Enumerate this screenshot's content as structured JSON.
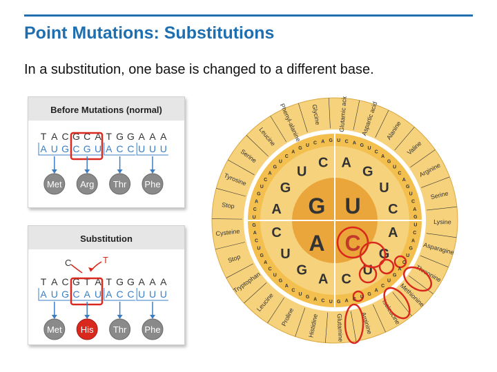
{
  "slide": {
    "title": "Point Mutations: Substitutions",
    "subtitle": "In a substitution, one base is changed to a different base."
  },
  "before_panel": {
    "heading": "Before Mutations (normal)",
    "dna": [
      "T",
      "A",
      "C",
      "G",
      "C",
      "A",
      "T",
      "G",
      "G",
      "A",
      "A",
      "A"
    ],
    "mrna": [
      "A",
      "U",
      "G",
      "C",
      "G",
      "U",
      "A",
      "C",
      "C",
      "U",
      "U",
      "U"
    ],
    "amino_acids": [
      "Met",
      "Arg",
      "Thr",
      "Phe"
    ]
  },
  "substitution_panel": {
    "heading": "Substitution",
    "replaced_base": "C",
    "new_base": "T",
    "dna": [
      "T",
      "A",
      "C",
      "G",
      "T",
      "A",
      "T",
      "G",
      "G",
      "A",
      "A",
      "A"
    ],
    "mrna": [
      "A",
      "U",
      "G",
      "C",
      "A",
      "U",
      "A",
      "C",
      "C",
      "U",
      "U",
      "U"
    ],
    "amino_acids": [
      "Met",
      "His",
      "Thr",
      "Phe"
    ]
  },
  "codon_wheel": {
    "inner": [
      "G",
      "U",
      "A",
      "C"
    ],
    "ring2": [
      "A",
      "G",
      "U",
      "C",
      "A",
      "G",
      "U",
      "C",
      "A",
      "G",
      "U",
      "C",
      "A",
      "G",
      "U",
      "C"
    ],
    "amino_acids": [
      "Glycine",
      "Glutamic acid",
      "Aspartic acid",
      "Alanine",
      "Valine",
      "Arginine",
      "Serine",
      "Lysine",
      "Asparagine",
      "Threonine",
      "Methionine",
      "Isoleucine",
      "Arginine",
      "Glutamine",
      "Histidine",
      "Proline",
      "Leucine",
      "Tryptophan",
      "Stop",
      "Cysteine",
      "Stop",
      "Tyrosine",
      "Serine",
      "Leucine",
      "Phenyl-alanine"
    ]
  },
  "colors": {
    "title": "#1f6fb0",
    "accent": "#d9281e",
    "mrna": "#3a7dc4",
    "wheel_outer": "#f6d27d",
    "wheel_mid": "#f3c04f",
    "wheel_inner": "#eaa63a"
  }
}
